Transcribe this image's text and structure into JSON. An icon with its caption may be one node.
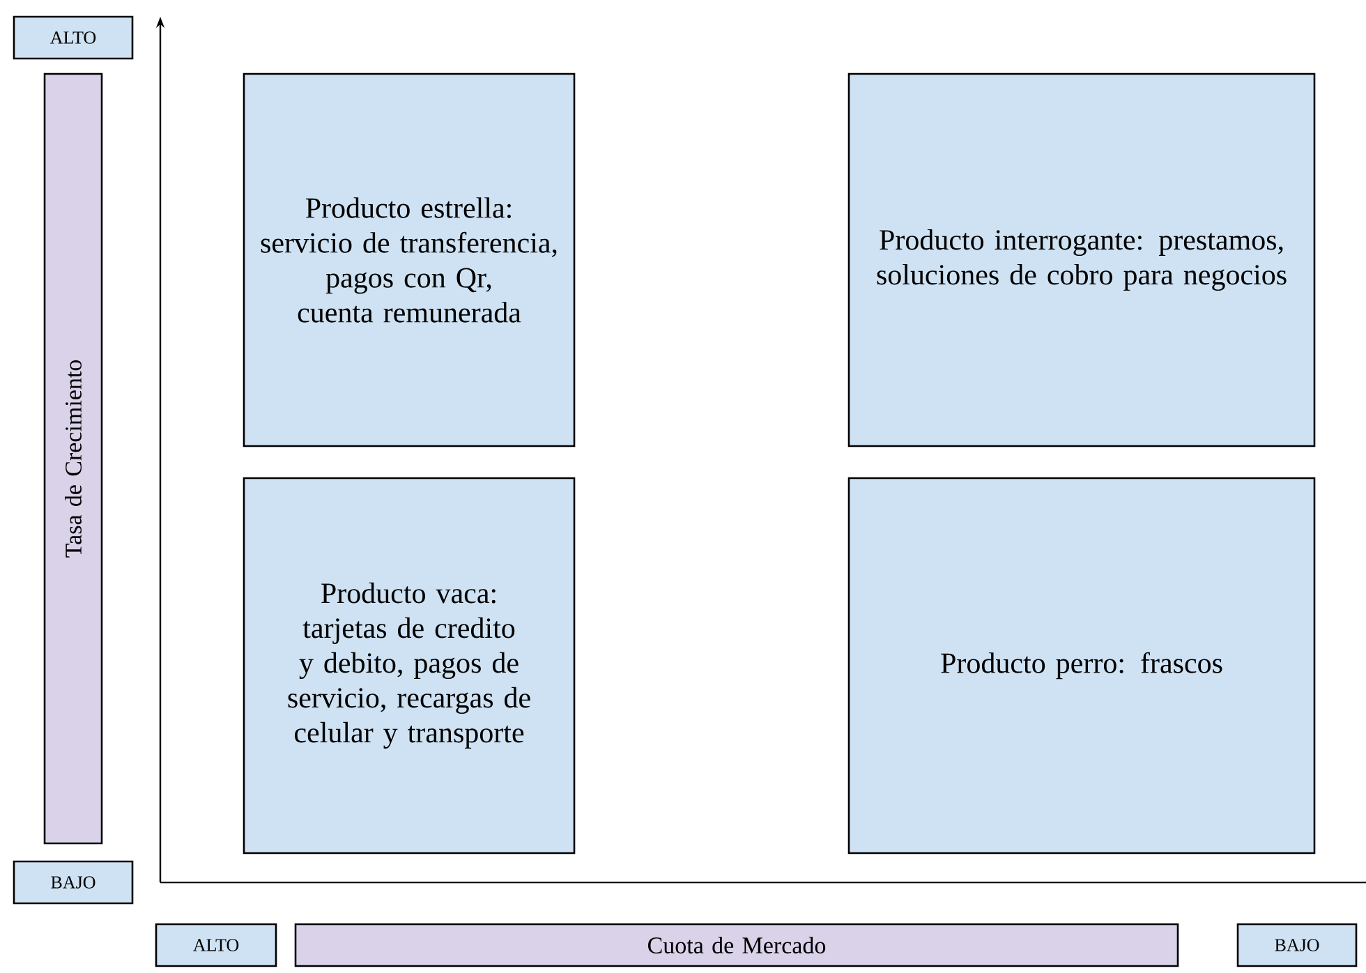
{
  "diagram": {
    "nodes": [
      {
        "text": [
          "ALTO"
        ]
      },
      {
        "text": [
          "Tasa de Crecimiento"
        ]
      },
      {
        "text": [
          "BAJO"
        ]
      },
      {
        "text": [
          "ALTO"
        ]
      },
      {
        "text": [
          "Cuota de Mercado"
        ]
      },
      {
        "text": [
          "BAJO"
        ]
      },
      {
        "text": [
          "Producto estrella: servicio de transferencia, pagos con Qr, cuenta remunerada"
        ]
      },
      {
        "text": [
          "Producto interrogante: prestamos, soluciones de cobro para negocios"
        ]
      },
      {
        "text": [
          "Producto vaca: tarjetas de credito y debito, pagos de servicio, recargas de celular y transporte"
        ]
      },
      {
        "text": [
          "Producto perro: frascos"
        ]
      }
    ]
  }
}
